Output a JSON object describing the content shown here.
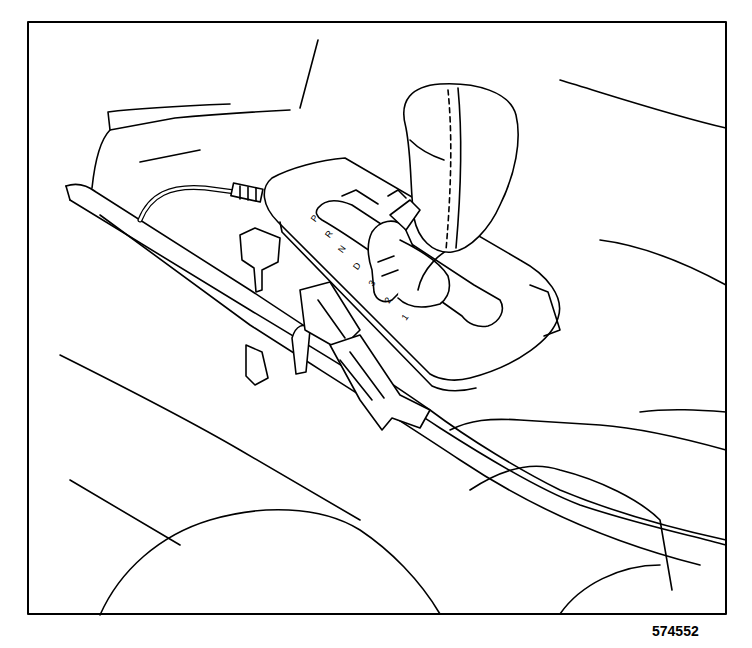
{
  "diagram": {
    "labels": [
      "P",
      "R",
      "N",
      "D",
      "3",
      "2",
      "1",
      "574552"
    ]
  }
}
